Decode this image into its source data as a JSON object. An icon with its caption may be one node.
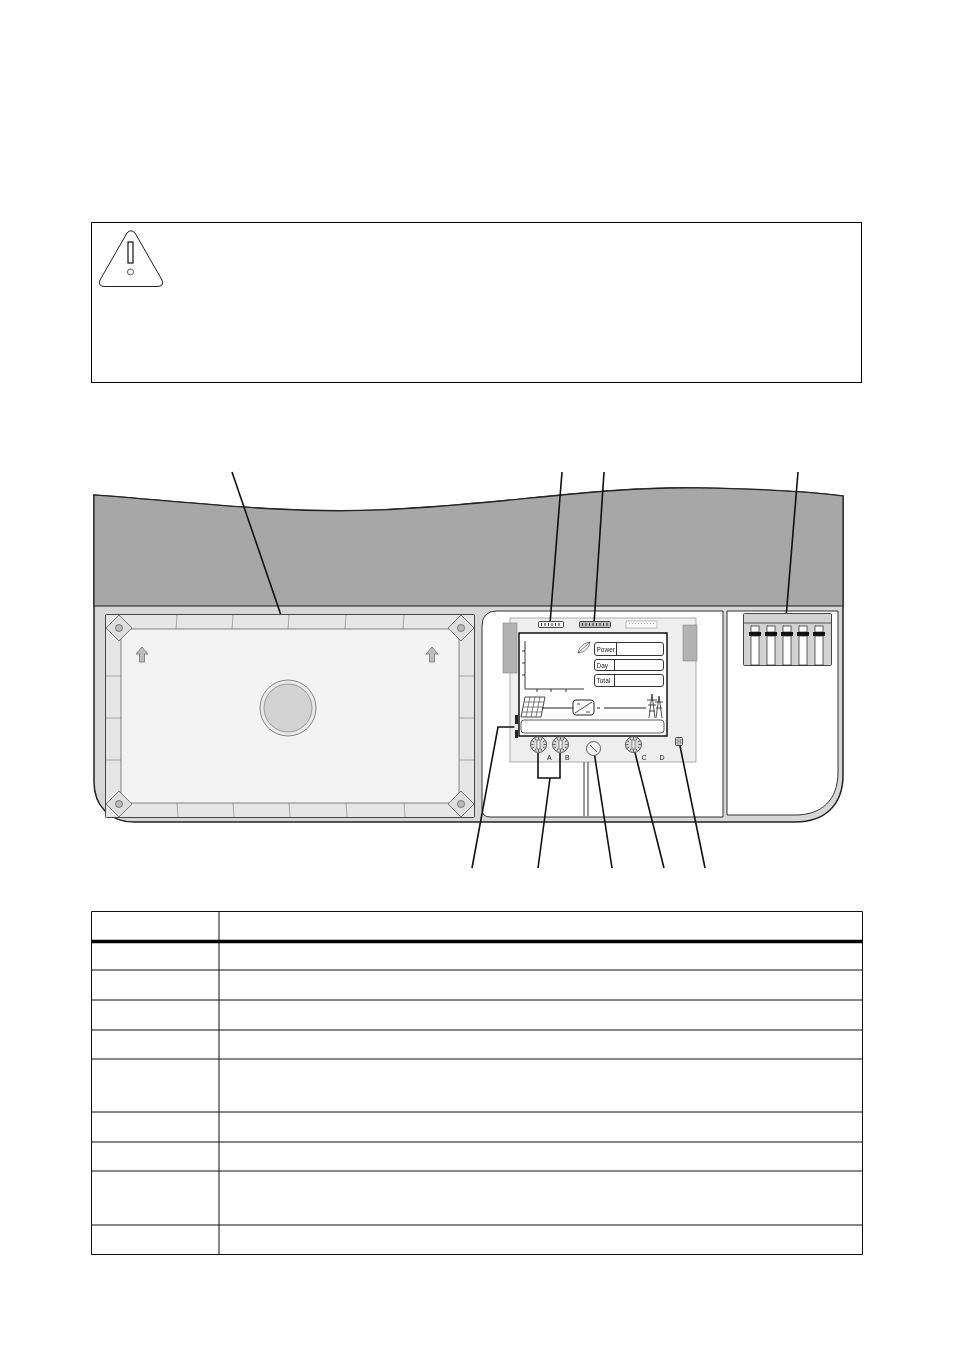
{
  "diagram": {
    "nodes": [
      {
        "text": [],
        "shape": "box"
      },
      {
        "text": [],
        "shape": "box"
      },
      {
        "text": [],
        "shape": "box"
      },
      {
        "text": [],
        "shape": "box"
      },
      {
        "text": [
          "Power"
        ]
      },
      {
        "text": [
          "Day"
        ]
      },
      {
        "text": [
          "Total"
        ]
      },
      {
        "text": [],
        "shape": "bar"
      },
      {
        "text": [],
        "shape": "circle",
        "beside": [
          "A"
        ]
      },
      {
        "text": [],
        "shape": "circle",
        "beside": [
          "B"
        ]
      },
      {
        "text": [],
        "shape": "circle"
      },
      {
        "text": [],
        "shape": "circle",
        "beside": [
          "C"
        ]
      },
      {
        "text": [],
        "shape": "box"
      }
    ],
    "edges": [
      {
        "from": null,
        "to": 0,
        "arrow": "none"
      },
      {
        "from": null,
        "to": 1,
        "arrow": "none"
      },
      {
        "from": null,
        "to": 2,
        "arrow": "none"
      },
      {
        "from": null,
        "to": 3,
        "arrow": "none"
      },
      {
        "from": null,
        "to": 7,
        "arrow": "none"
      },
      {
        "from": null,
        "to": 8,
        "arrow": "none"
      },
      {
        "from": null,
        "to": 9,
        "arrow": "none"
      },
      {
        "from": null,
        "to": 10,
        "arrow": "none"
      },
      {
        "from": null,
        "to": 11,
        "arrow": "none"
      },
      {
        "from": null,
        "to": 12,
        "arrow": "none"
      }
    ],
    "labels": [
      "D"
    ]
  }
}
